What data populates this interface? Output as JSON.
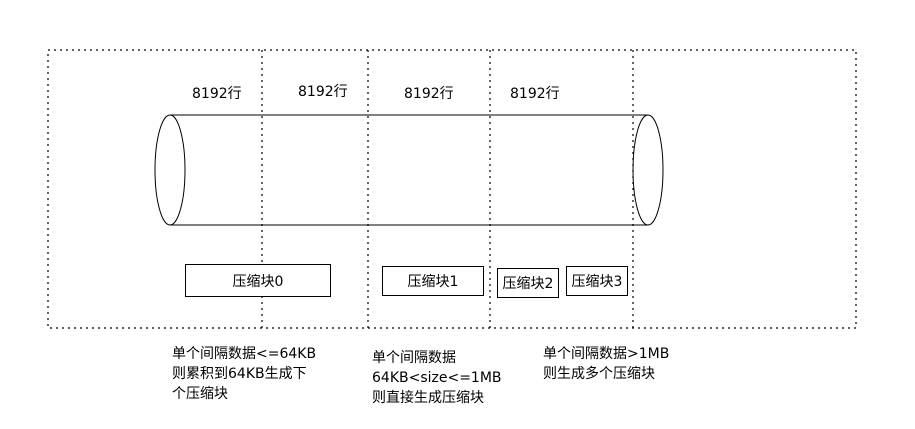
{
  "row_labels": [
    "8192行",
    "8192行",
    "8192行",
    "8192行"
  ],
  "blocks": [
    "压缩块0",
    "压缩块1",
    "压缩块2",
    "压缩块3"
  ],
  "notes": [
    {
      "lines": [
        "单个间隔数据<=64KB",
        "则累积到64KB生成下",
        "个压缩块"
      ]
    },
    {
      "lines": [
        "单个间隔数据",
        "64KB<size<=1MB",
        "则直接生成压缩块"
      ]
    },
    {
      "lines": [
        "单个间隔数据>1MB",
        "则生成多个压缩块"
      ]
    }
  ],
  "colors": {
    "stroke": "#000000",
    "background": "#ffffff"
  }
}
